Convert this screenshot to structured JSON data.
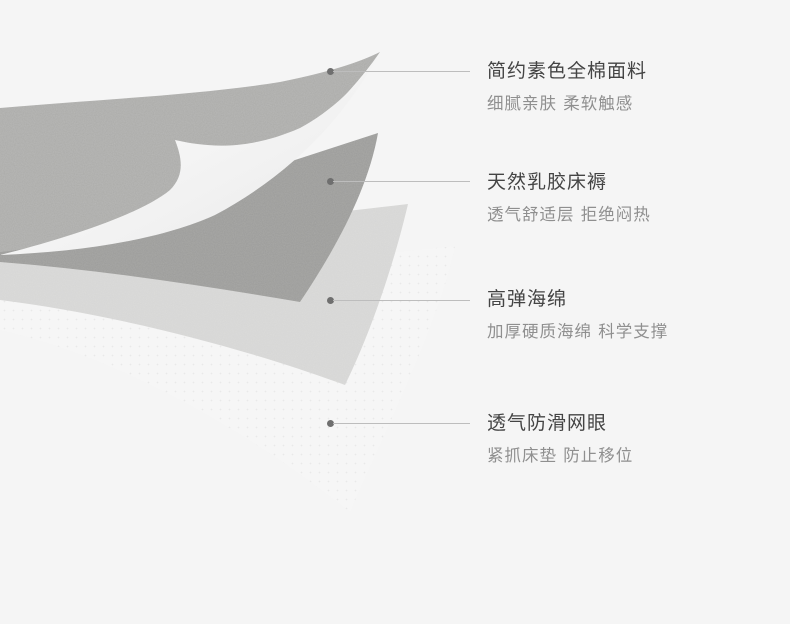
{
  "colors": {
    "background": "#f5f5f5",
    "title_text": "#444444",
    "subtitle_text": "#8f8f8f",
    "leader_line": "#bdbdbd",
    "dot": "#6f6f6f",
    "layer_top_fabric": "#b9b9b7",
    "layer_latex": "#a9a9a7",
    "layer_foam": "#dcdcdb",
    "layer_mesh": "#efefef"
  },
  "layers": [
    {
      "title": "简约素色全棉面料",
      "subtitle": "细腻亲肤 柔软触感",
      "icon": "dot-marker"
    },
    {
      "title": "天然乳胶床褥",
      "subtitle": "透气舒适层 拒绝闷热",
      "icon": "dot-marker"
    },
    {
      "title": "高弹海绵",
      "subtitle": "加厚硬质海绵 科学支撑",
      "icon": "dot-marker"
    },
    {
      "title": "透气防滑网眼",
      "subtitle": "紧抓床垫 防止移位",
      "icon": "dot-marker"
    }
  ]
}
